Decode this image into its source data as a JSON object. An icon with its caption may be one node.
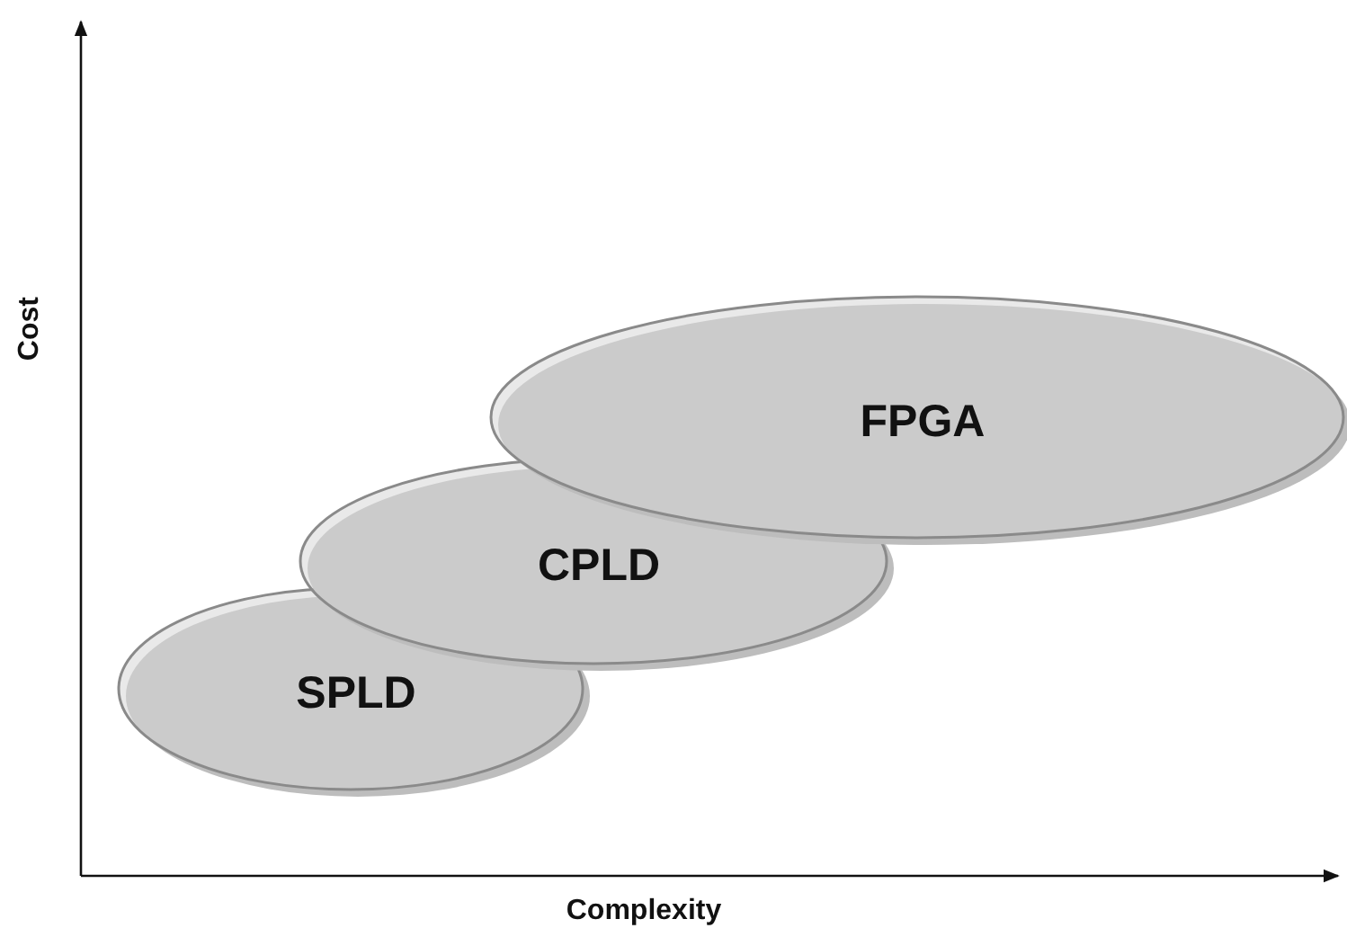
{
  "diagram": {
    "nodes": [
      {
        "text": [
          "SPLD"
        ]
      },
      {
        "text": [
          "CPLD"
        ]
      },
      {
        "text": [
          "FPGA"
        ]
      }
    ],
    "labels": [
      "Cost",
      "Complexity"
    ]
  }
}
